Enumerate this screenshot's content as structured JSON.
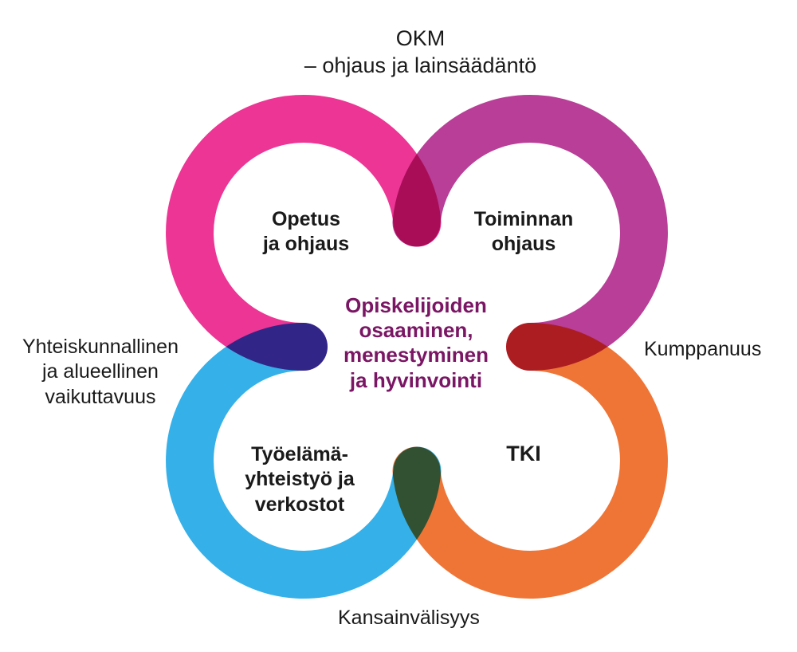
{
  "top_label": {
    "line1": "OKM",
    "line2": "– ohjaus ja lainsäädäntö"
  },
  "rings": [
    {
      "name": "opetus",
      "line1": "Opetus",
      "line2": "ja ohjaus",
      "color": "#ec3594"
    },
    {
      "name": "toiminnan",
      "line1": "Toiminnan",
      "line2": "ohjaus",
      "color": "#b83e97"
    },
    {
      "name": "tyoelama",
      "line1": "Työelämä-",
      "line2": "yhteistyö ja",
      "line3": "verkostot",
      "color": "#35b0e8"
    },
    {
      "name": "tki",
      "line1": "TKI",
      "color": "#ef7537"
    }
  ],
  "center": {
    "line1": "Opiskelijoiden",
    "line2": "osaaminen,",
    "line3": "menestyminen",
    "line4": "ja hyvinvointi",
    "color": "#7a1664"
  },
  "side_labels": {
    "left": {
      "line1": "Yhteiskunnallinen",
      "line2": "ja alueellinen",
      "line3": "vaikuttavuus"
    },
    "right": "Kumppanuus",
    "bottom": "Kansainvälisyys"
  }
}
